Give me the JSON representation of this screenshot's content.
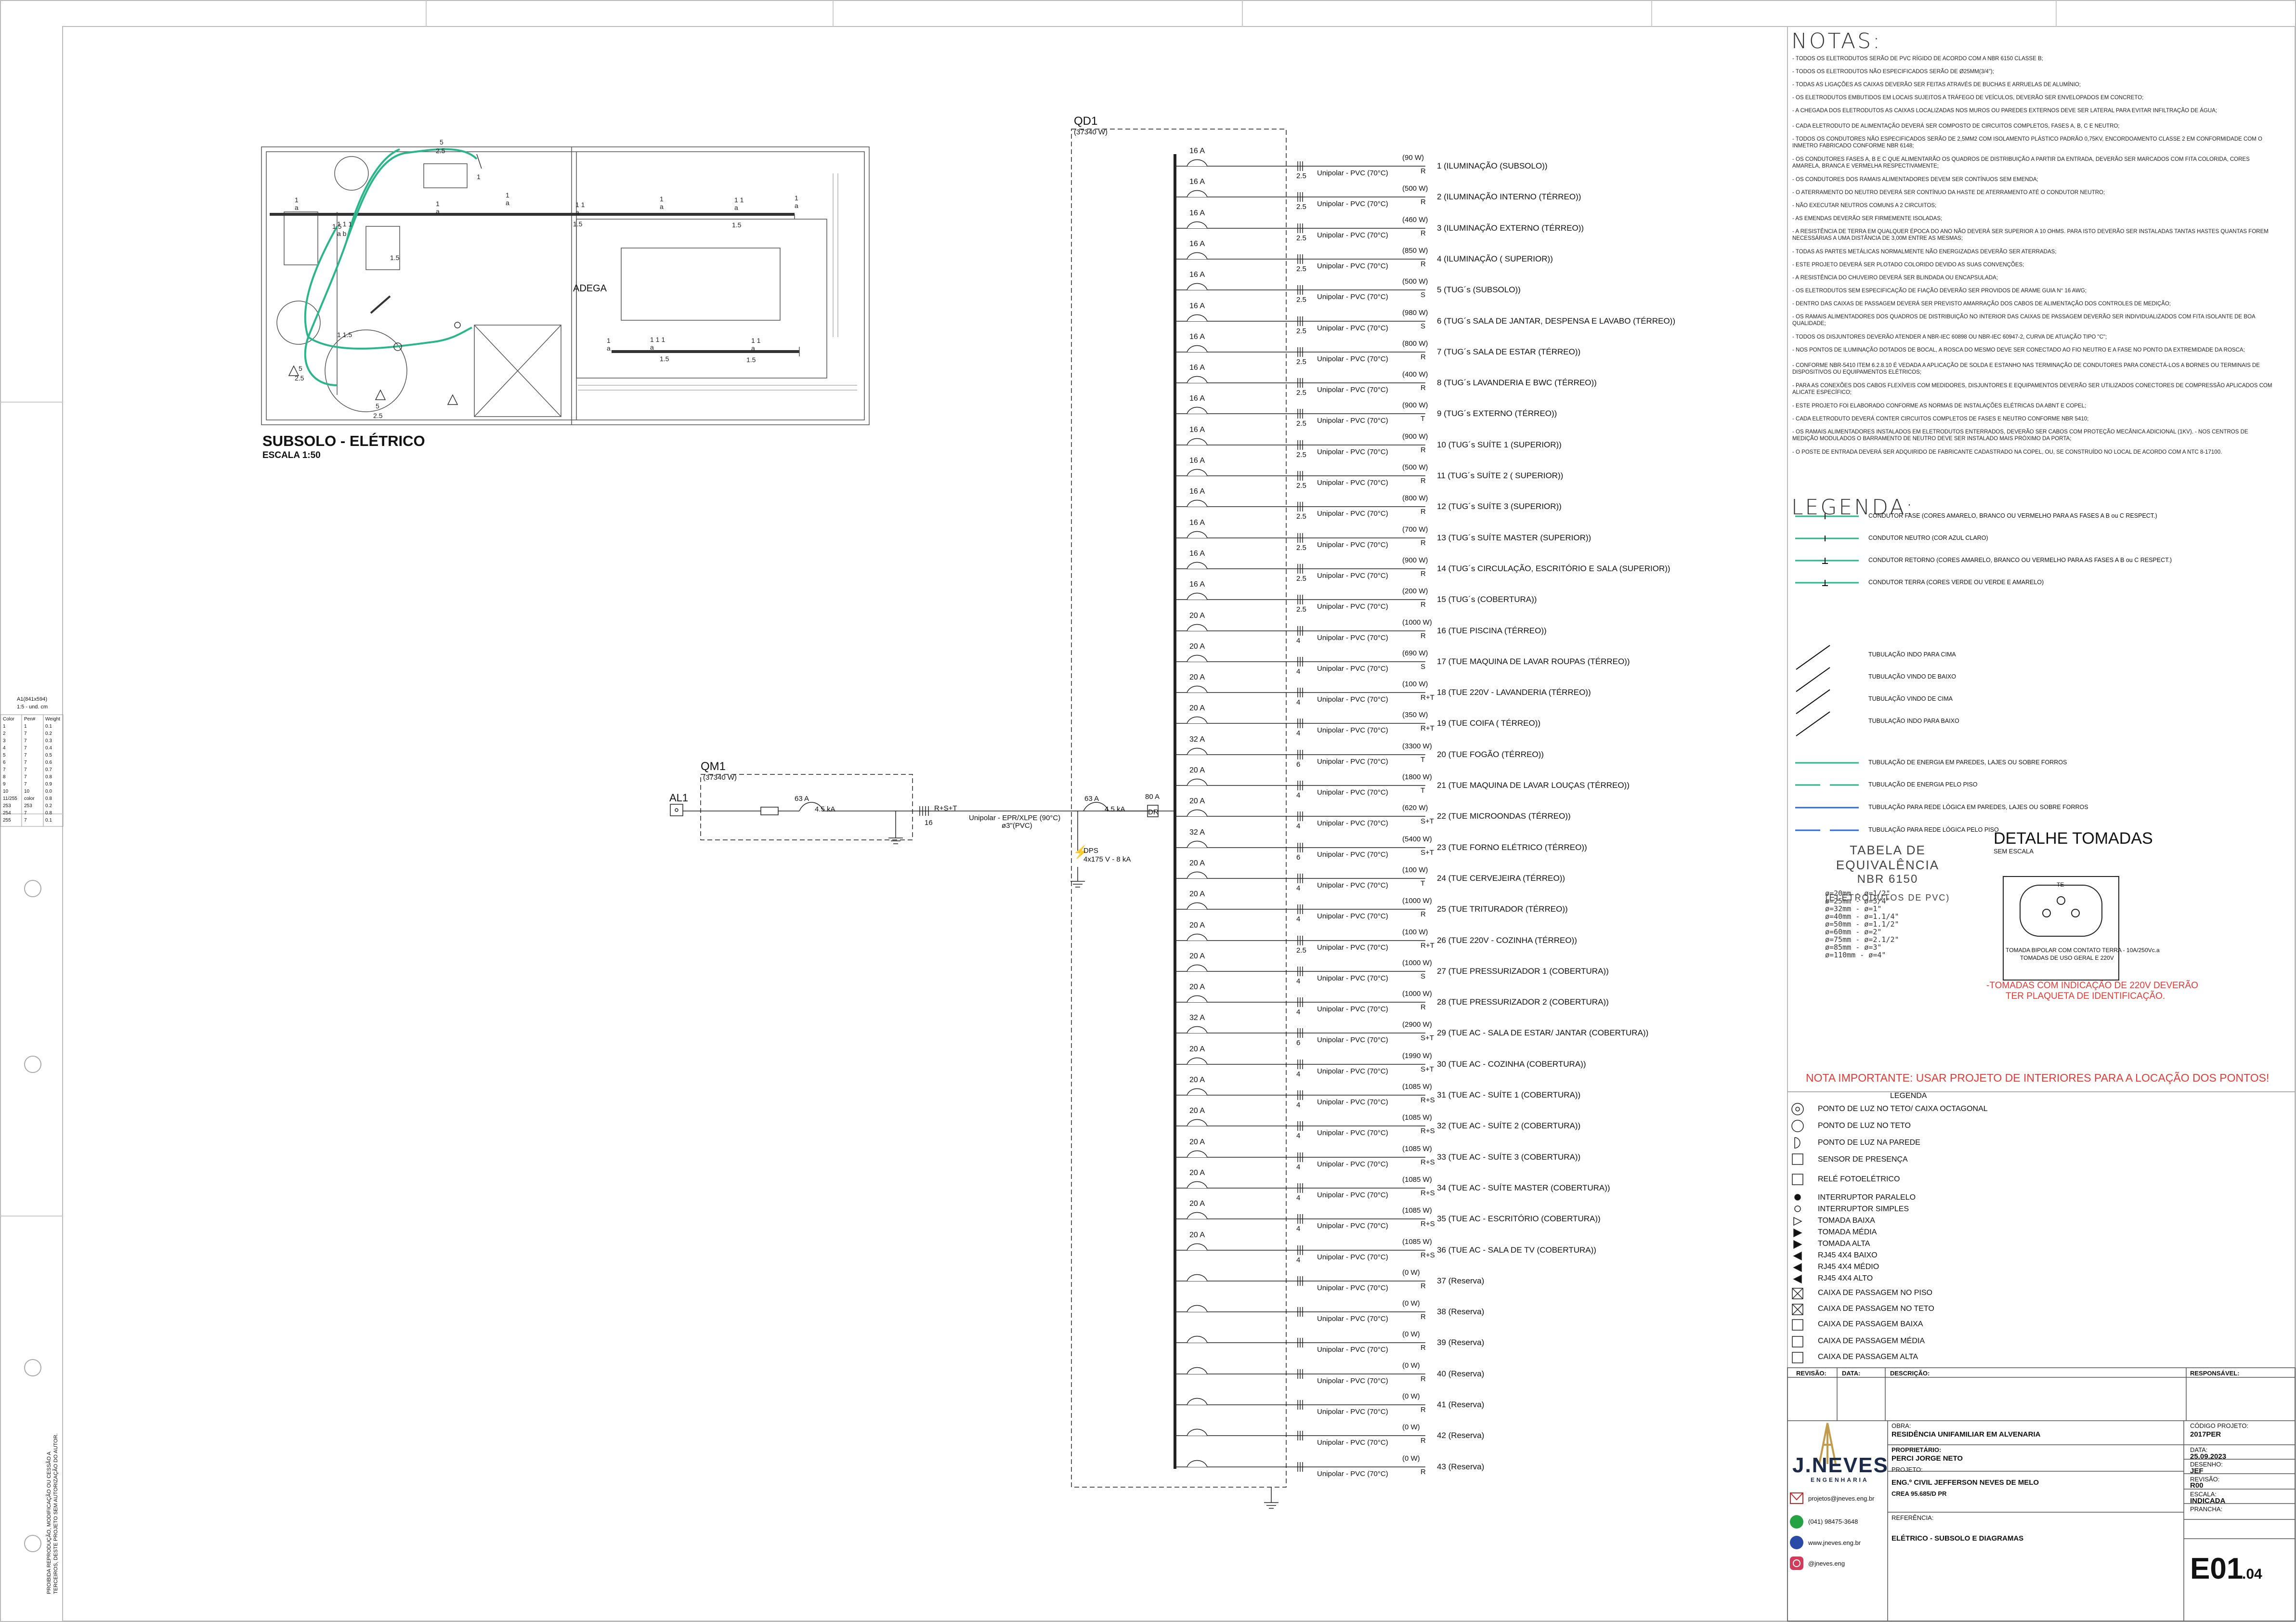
{
  "plan": {
    "title": "SUBSOLO - ELÉTRICO",
    "scale": "ESCALA 1:50",
    "room": "ADEGA"
  },
  "qm1": {
    "name": "QM1",
    "power": "(37340 W)",
    "breaker": "63 A",
    "ka": "4.5 kA",
    "cable": "Unipolar - EPR/XLPE (90°C)",
    "conduit": "ø3\"(PVC)",
    "phases": "R+S+T",
    "section": "16"
  },
  "al1": {
    "name": "AL1"
  },
  "qd1": {
    "name": "QD1",
    "power": "(37340 W)",
    "main_breaker": "63 A",
    "main_ka": "4.5 kA",
    "dr": "80 A",
    "dr_label": "DR",
    "dps_label": "DPS",
    "dps_spec": "4x175 V - 8 kA"
  },
  "circuits": [
    {
      "b": "16 A",
      "sec": "2.5",
      "cab": "Unipolar - PVC (70°C)",
      "w": "(90 W)",
      "ph": "R",
      "desc": "1 (ILUMINAÇÃO (SUBSOLO))"
    },
    {
      "b": "16 A",
      "sec": "2.5",
      "cab": "Unipolar - PVC (70°C)",
      "w": "(500 W)",
      "ph": "R",
      "desc": "2 (ILUMINAÇÃO INTERNO (TÉRREO))"
    },
    {
      "b": "16 A",
      "sec": "2.5",
      "cab": "Unipolar - PVC (70°C)",
      "w": "(460 W)",
      "ph": "R",
      "desc": "3 (ILUMINAÇÃO EXTERNO (TÉRREO))"
    },
    {
      "b": "16 A",
      "sec": "2.5",
      "cab": "Unipolar - PVC (70°C)",
      "w": "(850 W)",
      "ph": "R",
      "desc": "4 (ILUMINAÇÃO ( SUPERIOR))"
    },
    {
      "b": "16 A",
      "sec": "2.5",
      "cab": "Unipolar - PVC (70°C)",
      "w": "(500 W)",
      "ph": "S",
      "desc": "5 (TUG´s (SUBSOLO))"
    },
    {
      "b": "16 A",
      "sec": "2.5",
      "cab": "Unipolar - PVC (70°C)",
      "w": "(980 W)",
      "ph": "S",
      "desc": "6 (TUG´s SALA DE JANTAR, DESPENSA E LAVABO (TÉRREO))"
    },
    {
      "b": "16 A",
      "sec": "2.5",
      "cab": "Unipolar - PVC (70°C)",
      "w": "(800 W)",
      "ph": "R",
      "desc": "7 (TUG´s SALA DE ESTAR (TÉRREO))"
    },
    {
      "b": "16 A",
      "sec": "2.5",
      "cab": "Unipolar - PVC (70°C)",
      "w": "(400 W)",
      "ph": "R",
      "desc": "8 (TUG´s LAVANDERIA E BWC (TÉRREO))"
    },
    {
      "b": "16 A",
      "sec": "2.5",
      "cab": "Unipolar - PVC (70°C)",
      "w": "(900 W)",
      "ph": "T",
      "desc": "9 (TUG´s EXTERNO (TÉRREO))"
    },
    {
      "b": "16 A",
      "sec": "2.5",
      "cab": "Unipolar - PVC (70°C)",
      "w": "(900 W)",
      "ph": "R",
      "desc": "10 (TUG´s SUÍTE 1 (SUPERIOR))"
    },
    {
      "b": "16 A",
      "sec": "2.5",
      "cab": "Unipolar - PVC (70°C)",
      "w": "(500 W)",
      "ph": "R",
      "desc": "11 (TUG´s SUÍTE 2 ( SUPERIOR))"
    },
    {
      "b": "16 A",
      "sec": "2.5",
      "cab": "Unipolar - PVC (70°C)",
      "w": "(800 W)",
      "ph": "R",
      "desc": "12 (TUG´s SUÍTE 3 (SUPERIOR))"
    },
    {
      "b": "16 A",
      "sec": "2.5",
      "cab": "Unipolar - PVC (70°C)",
      "w": "(700 W)",
      "ph": "R",
      "desc": "13 (TUG´s SUÍTE MASTER (SUPERIOR))"
    },
    {
      "b": "16 A",
      "sec": "2.5",
      "cab": "Unipolar - PVC (70°C)",
      "w": "(900 W)",
      "ph": "R",
      "desc": "14 (TUG´s CIRCULAÇÃO, ESCRITÓRIO E SALA (SUPERIOR))"
    },
    {
      "b": "16 A",
      "sec": "2.5",
      "cab": "Unipolar - PVC (70°C)",
      "w": "(200 W)",
      "ph": "R",
      "desc": "15 (TUG´s (COBERTURA))"
    },
    {
      "b": "20 A",
      "sec": "4",
      "cab": "Unipolar - PVC (70°C)",
      "w": "(1000 W)",
      "ph": "R",
      "desc": "16 (TUE PISCINA (TÉRREO))"
    },
    {
      "b": "20 A",
      "sec": "4",
      "cab": "Unipolar - PVC (70°C)",
      "w": "(690 W)",
      "ph": "S",
      "desc": "17 (TUE MAQUINA DE LAVAR ROUPAS (TÉRREO))"
    },
    {
      "b": "20 A",
      "sec": "4",
      "cab": "Unipolar - PVC (70°C)",
      "w": "(100 W)",
      "ph": "R+T",
      "desc": "18 (TUE 220V - LAVANDERIA (TÉRREO))"
    },
    {
      "b": "20 A",
      "sec": "4",
      "cab": "Unipolar - PVC (70°C)",
      "w": "(350 W)",
      "ph": "R+T",
      "desc": "19 (TUE COIFA ( TÉRREO))"
    },
    {
      "b": "32 A",
      "sec": "6",
      "cab": "Unipolar - PVC (70°C)",
      "w": "(3300 W)",
      "ph": "T",
      "desc": "20 (TUE FOGÃO (TÉRREO))"
    },
    {
      "b": "20 A",
      "sec": "4",
      "cab": "Unipolar - PVC (70°C)",
      "w": "(1800 W)",
      "ph": "T",
      "desc": "21 (TUE MAQUINA DE LAVAR LOUÇAS (TÉRREO))"
    },
    {
      "b": "20 A",
      "sec": "4",
      "cab": "Unipolar - PVC (70°C)",
      "w": "(620 W)",
      "ph": "S+T",
      "desc": "22 (TUE MICROONDAS (TÉRREO))"
    },
    {
      "b": "32 A",
      "sec": "6",
      "cab": "Unipolar - PVC (70°C)",
      "w": "(5400 W)",
      "ph": "S+T",
      "desc": "23 (TUE FORNO ELÉTRICO (TÉRREO))"
    },
    {
      "b": "20 A",
      "sec": "4",
      "cab": "Unipolar - PVC (70°C)",
      "w": "(100 W)",
      "ph": "T",
      "desc": "24 (TUE CERVEJEIRA (TÉRREO))"
    },
    {
      "b": "20 A",
      "sec": "4",
      "cab": "Unipolar - PVC (70°C)",
      "w": "(1000 W)",
      "ph": "R",
      "desc": "25 (TUE TRITURADOR (TÉRREO))"
    },
    {
      "b": "20 A",
      "sec": "2.5",
      "cab": "Unipolar - PVC (70°C)",
      "w": "(100 W)",
      "ph": "R+T",
      "desc": "26 (TUE 220V - COZINHA (TÉRREO))"
    },
    {
      "b": "20 A",
      "sec": "4",
      "cab": "Unipolar - PVC (70°C)",
      "w": "(1000 W)",
      "ph": "S",
      "desc": "27 (TUE PRESSURIZADOR 1 (COBERTURA))"
    },
    {
      "b": "20 A",
      "sec": "4",
      "cab": "Unipolar - PVC (70°C)",
      "w": "(1000 W)",
      "ph": "R",
      "desc": "28 (TUE PRESSURIZADOR 2 (COBERTURA))"
    },
    {
      "b": "32 A",
      "sec": "6",
      "cab": "Unipolar - PVC (70°C)",
      "w": "(2900 W)",
      "ph": "S+T",
      "desc": "29 (TUE AC - SALA DE ESTAR/ JANTAR (COBERTURA))"
    },
    {
      "b": "20 A",
      "sec": "4",
      "cab": "Unipolar - PVC (70°C)",
      "w": "(1990 W)",
      "ph": "S+T",
      "desc": "30 (TUE AC - COZINHA (COBERTURA))"
    },
    {
      "b": "20 A",
      "sec": "4",
      "cab": "Unipolar - PVC (70°C)",
      "w": "(1085 W)",
      "ph": "R+S",
      "desc": "31 (TUE AC - SUÍTE 1 (COBERTURA))"
    },
    {
      "b": "20 A",
      "sec": "4",
      "cab": "Unipolar - PVC (70°C)",
      "w": "(1085 W)",
      "ph": "R+S",
      "desc": "32 (TUE AC - SUÍTE 2 (COBERTURA))"
    },
    {
      "b": "20 A",
      "sec": "4",
      "cab": "Unipolar - PVC (70°C)",
      "w": "(1085 W)",
      "ph": "R+S",
      "desc": "33 (TUE AC - SUÍTE 3 (COBERTURA))"
    },
    {
      "b": "20 A",
      "sec": "4",
      "cab": "Unipolar - PVC (70°C)",
      "w": "(1085 W)",
      "ph": "R+S",
      "desc": "34 (TUE AC - SUÍTE MASTER (COBERTURA))"
    },
    {
      "b": "20 A",
      "sec": "4",
      "cab": "Unipolar - PVC (70°C)",
      "w": "(1085 W)",
      "ph": "R+S",
      "desc": "35 (TUE AC - ESCRITÓRIO (COBERTURA))"
    },
    {
      "b": "20 A",
      "sec": "4",
      "cab": "Unipolar - PVC (70°C)",
      "w": "(1085 W)",
      "ph": "R+S",
      "desc": "36 (TUE AC - SALA DE TV (COBERTURA))"
    },
    {
      "b": "",
      "sec": "",
      "cab": "Unipolar - PVC (70°C)",
      "w": "(0 W)",
      "ph": "R",
      "desc": "37 (Reserva)"
    },
    {
      "b": "",
      "sec": "",
      "cab": "Unipolar - PVC (70°C)",
      "w": "(0 W)",
      "ph": "R",
      "desc": "38 (Reserva)"
    },
    {
      "b": "",
      "sec": "",
      "cab": "Unipolar - PVC (70°C)",
      "w": "(0 W)",
      "ph": "R",
      "desc": "39 (Reserva)"
    },
    {
      "b": "",
      "sec": "",
      "cab": "Unipolar - PVC (70°C)",
      "w": "(0 W)",
      "ph": "R",
      "desc": "40 (Reserva)"
    },
    {
      "b": "",
      "sec": "",
      "cab": "Unipolar - PVC (70°C)",
      "w": "(0 W)",
      "ph": "R",
      "desc": "41 (Reserva)"
    },
    {
      "b": "",
      "sec": "",
      "cab": "Unipolar - PVC (70°C)",
      "w": "(0 W)",
      "ph": "R",
      "desc": "42 (Reserva)"
    },
    {
      "b": "",
      "sec": "",
      "cab": "Unipolar - PVC (70°C)",
      "w": "(0 W)",
      "ph": "R",
      "desc": "43 (Reserva)"
    }
  ],
  "notes": {
    "title": "NOTAS:",
    "items": [
      "- TODOS OS ELETRODUTOS SERÃO DE PVC RÍGIDO DE ACORDO COM A NBR 6150 CLASSE B;",
      "- TODOS OS ELETRODUTOS NÃO ESPECIFICADOS SERÃO DE ø25mm(3/4\");",
      "- TODAS AS LIGAÇÕES AS CAIXAS DEVERÃO SER FEITAS ATRAVÉS DE BUCHAS E ARRUELAS DE ALUMÍNIO;",
      "- OS ELETRODUTOS EMBUTIDOS EM LOCAIS SUJEITOS A TRÁFEGO DE VEÍCULOS, DEVERÃO SER ENVELOPADOS EM CONCRETO;",
      "- A CHEGADA DOS ELETRODUTOS AS CAIXAS LOCALIZADAS NOS MUROS OU PAREDES EXTERNOS DEVE SER LATERAL PARA EVITAR INFILTRAÇÃO DE ÁGUA;",
      "- CADA ELETRODUTO DE ALIMENTAÇÃO DEVERÁ SER COMPOSTO DE CIRCUITOS COMPLETOS, FASES A, B, C e NEUTRO;",
      "- TODOS OS CONDUTORES NÃO ESPECIFICADOS SERÃO DE 2,5mm2 COM ISOLAMENTO PLÁSTICO PADRÃO 0,75kV, ENCORDOAMENTO CLASSE 2 EM CONFORMIDADE COM O INMETRO FABRICADO CONFORME NBR 6148;",
      "- OS CONDUTORES FASES A, B e C QUE ALIMENTARÃO OS QUADROS DE DISTRIBUIÇÃO A PARTIR DA ENTRADA, DEVERÃO SER MARCADOS COM FITA COLORIDA, CORES AMARELA, BRANCA E VERMELHA RESPECTIVAMENTE;",
      "- OS CONDUTORES DOS RAMAIS ALIMENTADORES DEVEM SER CONTÍNUOS SEM EMENDA;",
      "- O ATERRAMENTO DO NEUTRO DEVERÁ SER CONTÍNUO DA HASTE DE ATERRAMENTO ATÉ O CONDUTOR NEUTRO;",
      "- NÃO EXECUTAR NEUTROS COMUNS A 2 CIRCUITOS;",
      "- AS EMENDAS DEVERÃO SER FIRMEMENTE ISOLADAS;",
      "- A RESISTÊNCIA DE TERRA EM QUALQUER ÉPOCA DO ANO NÃO DEVERÁ SER SUPERIOR A 10 OHMS. PARA ISTO DEVERÃO SER INSTALADAS TANTAS HASTES QUANTAS FOREM NECESSÁRIAS A UMA DISTÂNCIA DE 3,00m ENTRE AS MESMAS;",
      "- TODAS AS PARTES METÁLICAS NORMALMENTE NÃO ENERGIZADAS DEVERÃO SER ATERRADAS;",
      "- ESTE PROJETO DEVERÁ SER PLOTADO COLORIDO DEVIDO AS SUAS CONVENÇÕES;",
      "- A RESISTÊNCIA DO CHUVEIRO DEVERÁ SER BLINDADA OU ENCAPSULADA;",
      "- OS ELETRODUTOS SEM ESPECIFICAÇÃO DE FIAÇÃO DEVERÃO SER PROVIDOS DE ARAME GUIA N° 16 AWG;",
      "- DENTRO DAS CAIXAS DE PASSAGEM DEVERÁ SER PREVISTO AMARRAÇÃO DOS CABOS DE ALIMENTAÇÃO DOS CONTROLES DE MEDIÇÃO;",
      "- OS RAMAIS ALIMENTADORES DOS QUADROS DE DISTRIBUIÇÃO NO INTERIOR DAS CAIXAS DE PASSAGEM DEVERÃO SER INDIVIDUALIZADOS COM FITA ISOLANTE DE BOA QUALIDADE;",
      "- TODOS OS DISJUNTORES DEVERÃO ATENDER A NBR-IEC 60898 OU NBR-IEC 60947-2, CURVA DE ATUAÇÃO TIPO \"C\";",
      "- NOS PONTOS DE ILUMINAÇÃO DOTADOS DE BOCAL, A ROSCA DO MESMO DEVE SER CONECTADO AO FIO NEUTRO E A FASE NO PONTO DA EXTREMIDADE DA ROSCA;",
      "- CONFORME NBR-5410 ITEM 6.2.8.10 É VEDADA A APLICAÇÃO DE SOLDA E ESTANHO NAS TERMINAÇÃO DE CONDUTORES PARA CONECTÁ-LOS A BORNES OU TERMINAIS DE DISPOSITIVOS OU EQUIPAMENTOS ELÉTRICOS;",
      "- PARA AS CONEXÕES DOS CABOS FLEXÍVEIS COM MEDIDORES, DISJUNTORES E EQUIPAMENTOS DEVERÃO SER UTILIZADOS CONECTORES DE COMPRESSÃO APLICADOS COM ALICATE ESPECÍFICO;",
      "- ESTE PROJETO FOI ELABORADO CONFORME AS NORMAS DE INSTALAÇÕES ELÉTRICAS DA ABNT E COPEL;",
      "- CADA ELETRODUTO DEVERÁ CONTER CIRCUITOS COMPLETOS DE FASES E NEUTRO CONFORME NBR 5410;",
      "- OS RAMAIS ALIMENTADORES INSTALADOS EM ELETRODUTOS ENTERRADOS, DEVERÃO SER CABOS COM PROTEÇÃO MECÂNICA ADICIONAL (1KV). - NOS CENTROS DE MEDIÇÃO MODULADOS O BARRAMENTO DE NEUTRO DEVE SER INSTALADO MAIS PRÓXIMO DA PORTA;",
      "- O POSTE DE ENTRADA DEVERÁ SER ADQUIRIDO DE FABRICANTE CADASTRADO NA COPEL, OU, SE CONSTRUÍDO NO LOCAL DE ACORDO COM A NTC 8-17100."
    ]
  },
  "legenda": {
    "title": "LEGENDA:",
    "items": [
      "CONDUTOR FASE (CORES AMARELO, BRANCO OU VERMELHO PARA AS FASES A B ou C RESPECT.)",
      "CONDUTOR NEUTRO (COR AZUL CLARO)",
      "CONDUTOR RETORNO (CORES AMARELO, BRANCO OU VERMELHO PARA AS FASES A B ou C RESPECT.)",
      "CONDUTOR TERRA (CORES VERDE OU VERDE E AMARELO)",
      "TUBULAÇÃO INDO PARA CIMA",
      "TUBULAÇÃO VINDO DE BAIXO",
      "TUBULAÇÃO VINDO DE CIMA",
      "TUBULAÇÃO INDO PARA BAIXO",
      "TUBULAÇÃO DE ENERGIA EM PAREDES, LAJES OU SOBRE FORROS",
      "TUBULAÇÃO DE ENERGIA PELO PISO",
      "TUBULAÇÃO PARA REDE LÓGICA EM PAREDES, LAJES OU SOBRE FORROS",
      "TUBULAÇÃO PARA REDE LÓGICA PELO PISO"
    ]
  },
  "equivalencia": {
    "title1": "TABELA DE EQUIVALÊNCIA",
    "title2": "NBR 6150",
    "title3": "(ELETRODUTOS DE PVC)",
    "rows": [
      "ø=20mm - ø=1/2\"",
      "ø=25mm - ø=3/4\"",
      "ø=32mm - ø=1\"",
      "ø=40mm - ø=1.1/4\"",
      "ø=50mm - ø=1.1/2\"",
      "ø=60mm - ø=2\"",
      "ø=75mm - ø=2.1/2\"",
      "ø=85mm - ø=3\"",
      "ø=110mm - ø=4\""
    ]
  },
  "detalhe": {
    "title": "DETALHE TOMADAS",
    "subtitle": "SEM ESCALA",
    "te": "TE",
    "caption1": "TOMADA BIPOLAR COM CONTATO TERRA - 10A/250Vc.a",
    "caption2": "TOMADAS DE USO GERAL E 220V",
    "red1": "-TOMADAS COM INDICAÇÃO DE 220V DEVERÃO",
    "red2": "TER PLAQUETA DE IDENTIFICAÇÃO."
  },
  "nota_importante": "NOTA IMPORTANTE: USAR PROJETO DE INTERIORES PARA A LOCAÇÃO DOS PONTOS!",
  "legenda2": {
    "title": "LEGENDA",
    "items": [
      "PONTO DE LUZ NO TETO/ CAIXA OCTAGONAL",
      "PONTO DE LUZ NO TETO",
      "PONTO DE LUZ NA PAREDE",
      "SENSOR DE PRESENÇA",
      "RELÉ FOTOELÉTRICO",
      "INTERRUPTOR PARALELO",
      "INTERRUPTOR SIMPLES",
      "TOMADA BAIXA",
      "TOMADA MÉDIA",
      "TOMADA ALTA",
      "RJ45 4X4 BAIXO",
      "RJ45 4X4 MÉDIO",
      "RJ45 4X4 ALTO",
      "CAIXA DE PASSAGEM NO PISO",
      "CAIXA DE PASSAGEM NO TETO",
      "CAIXA DE PASSAGEM BAIXA",
      "CAIXA DE PASSAGEM MÉDIA",
      "CAIXA DE PASSAGEM ALTA"
    ]
  },
  "revisao": {
    "c1": "REVISÃO:",
    "c2": "DATA:",
    "c3": "DESCRIÇÃO:",
    "c4": "RESPONSÁVEL:"
  },
  "titleblock": {
    "brand": "J.NEVES",
    "brand_sub": "ENGENHARIA",
    "email": "projetos@jneves.eng.br",
    "phone": "(041) 98475-3648",
    "web": "www.jneves.eng.br",
    "insta": "@jneves.eng",
    "obra_l": "OBRA:",
    "obra": "RESIDÊNCIA UNIFAMILIAR EM ALVENARIA",
    "prop_l": "PROPRIETÁRIO:",
    "prop": "PERCI JORGE NETO",
    "proj_l": "PROJETO:",
    "proj": "ENG.º CIVIL JEFFERSON NEVES DE MELO",
    "crea": "CREA 95.685/D PR",
    "ref_l": "REFERÊNCIA:",
    "ref": "ELÉTRICO - SUBSOLO E DIAGRAMAS",
    "cod_l": "CÓDIGO PROJETO:",
    "cod": "2017PER",
    "data_l": "DATA:",
    "data": "25.09.2023",
    "des_l": "DESENHO:",
    "des": "JEF",
    "rev_l": "REVISÃO:",
    "rev": "R00",
    "esc_l": "ESCALA:",
    "esc": "INDICADA",
    "pr_l": "PRANCHA:",
    "pr": "E01",
    "pr_sub": ".04"
  },
  "pen_table": {
    "h1": "A1(841x594)",
    "h2": "1:5 - und. cm",
    "cols": [
      "Color",
      "Pen#",
      "Weight"
    ],
    "rows": [
      [
        "1",
        "1",
        "0.1"
      ],
      [
        "2",
        "7",
        "0.2"
      ],
      [
        "3",
        "7",
        "0.3"
      ],
      [
        "4",
        "7",
        "0.4"
      ],
      [
        "5",
        "7",
        "0.5"
      ],
      [
        "6",
        "7",
        "0.6"
      ],
      [
        "7",
        "7",
        "0.7"
      ],
      [
        "8",
        "7",
        "0.8"
      ],
      [
        "9",
        "7",
        "0.9"
      ],
      [
        "10",
        "10",
        "0.0"
      ],
      [
        "11/255",
        "color",
        "0.8"
      ],
      [
        "253",
        "253",
        "0.2"
      ],
      [
        "254",
        "7",
        "0.8"
      ],
      [
        "255",
        "7",
        "0.1"
      ]
    ]
  },
  "side_note": {
    "l1": "PROIBIDA REPRODUÇÃO, MODIFICAÇÃO OU CESSÃO A",
    "l2": "TERCEIROS, DESTE PROJETO SEM AUTORIZAÇÃO DO AUTOR."
  }
}
